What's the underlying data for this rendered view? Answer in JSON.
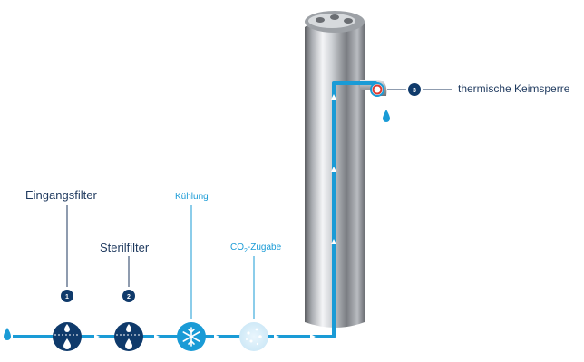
{
  "stages": [
    {
      "label": "Eingangsfilter",
      "number": "1",
      "type": "filter"
    },
    {
      "label": "Sterilfilter",
      "number": "2",
      "type": "filter"
    },
    {
      "label": "Kühlung",
      "number": "",
      "type": "cooling"
    },
    {
      "label_main": "CO",
      "label_sub": "2",
      "label_rest": "-Zugabe",
      "number": "",
      "type": "co2"
    }
  ],
  "tap_feature": {
    "label": "thermische Keimsperre",
    "number": "3"
  },
  "colors": {
    "flow": "#1a9bd6",
    "navy": "#0f3a6b",
    "label_dark": "#1f3a5f",
    "label_cyan": "#1a9bd6"
  },
  "icons": [
    "water-drop-icon",
    "filter-icon",
    "snowflake-icon",
    "bubbles-icon",
    "faucet-icon",
    "water-drop-icon"
  ]
}
